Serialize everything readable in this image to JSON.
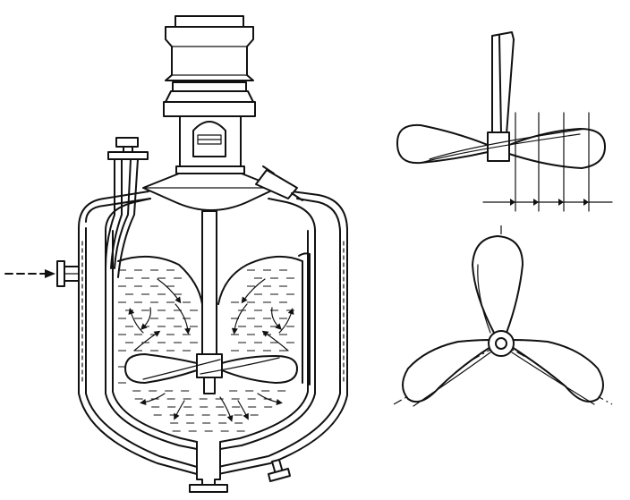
{
  "figure": {
    "reactor_vessel": {
      "parts": [
        "drive-motor",
        "gear-reducer",
        "coupling-window",
        "top-head",
        "jacket",
        "inner-shell",
        "agitator-shaft",
        "paddle-impeller",
        "liquid-charge",
        "bottom-outlet",
        "jacket-inlet-nozzle",
        "feed-pipe"
      ],
      "flow_circulation": "two-loop"
    },
    "propeller_side_view": {
      "blades": 2,
      "pitch_lines": 4
    },
    "propeller_top_view": {
      "blades": 3
    },
    "colors": {
      "ink": "#111111",
      "paper": "#ffffff"
    }
  }
}
